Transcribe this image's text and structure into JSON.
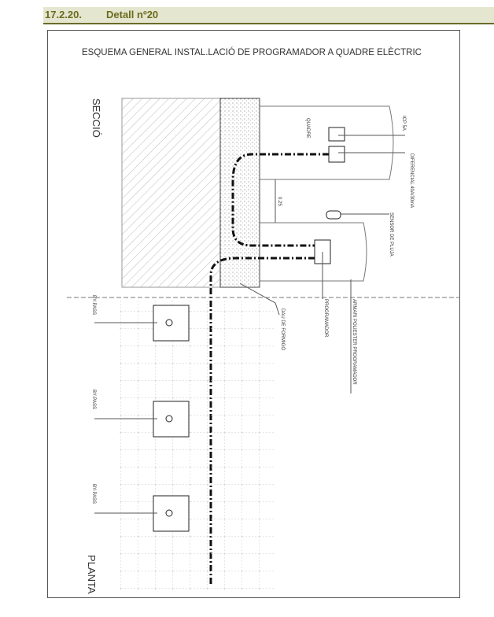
{
  "header": {
    "number": "17.2.20.",
    "title": "Detall nº20"
  },
  "drawing": {
    "title": "ESQUEMA GENERAL INSTAL.LACIÓ DE PROGRAMADOR A QUADRE ELÈCTRIC",
    "section_label": "SECCIÓ",
    "plan_label": "PLANTA",
    "labels": {
      "icp": "ICP 5A",
      "quadre": "QUADRE",
      "diferencial": "DIFERENCIAL 40A/30mA",
      "dimension": "0.25",
      "sensor": "SENSOR DE PLUJA",
      "programador": "PROGRAMADOR",
      "armari": "ARMARI POLIESTER PROGRAMADOR",
      "dau": "DAU DE FORMIGÓ"
    },
    "bypass": [
      "BY-PASS",
      "BY-PASS",
      "BY-PASS"
    ]
  }
}
